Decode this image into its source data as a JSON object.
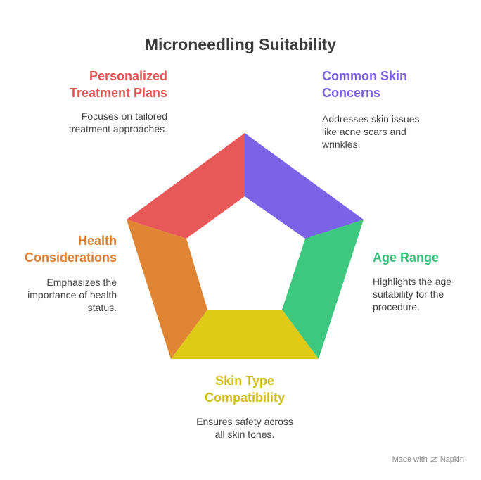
{
  "title": "Microneedling Suitability",
  "segments": [
    {
      "id": "personalized",
      "heading_lines": [
        "Personalized",
        "Treatment Plans"
      ],
      "desc_lines": [
        "Focuses on tailored",
        "treatment approaches."
      ],
      "color": "#e85858"
    },
    {
      "id": "concerns",
      "heading_lines": [
        "Common Skin",
        "Concerns"
      ],
      "desc_lines": [
        "Addresses skin issues",
        "like acne scars and",
        "wrinkles."
      ],
      "color": "#7b63e8"
    },
    {
      "id": "age",
      "heading_lines": [
        "Age Range"
      ],
      "desc_lines": [
        "Highlights the age",
        "suitability for the",
        "procedure."
      ],
      "color": "#3dc77f"
    },
    {
      "id": "skin-type",
      "heading_lines": [
        "Skin Type",
        "Compatibility"
      ],
      "desc_lines": [
        "Ensures safety across",
        "all skin tones."
      ],
      "color": "#dfcb17"
    },
    {
      "id": "health",
      "heading_lines": [
        "Health",
        "Considerations"
      ],
      "desc_lines": [
        "Emphasizes the",
        "importance of health",
        "status."
      ],
      "color": "#e08533"
    }
  ],
  "heading_colors": {
    "personalized": "#e55353",
    "concerns": "#7a5fe6",
    "age": "#36c07a",
    "skin-type": "#cfbd12",
    "health": "#df7e2c"
  },
  "footer": {
    "made_with": "Made with",
    "brand": "Napkin"
  }
}
